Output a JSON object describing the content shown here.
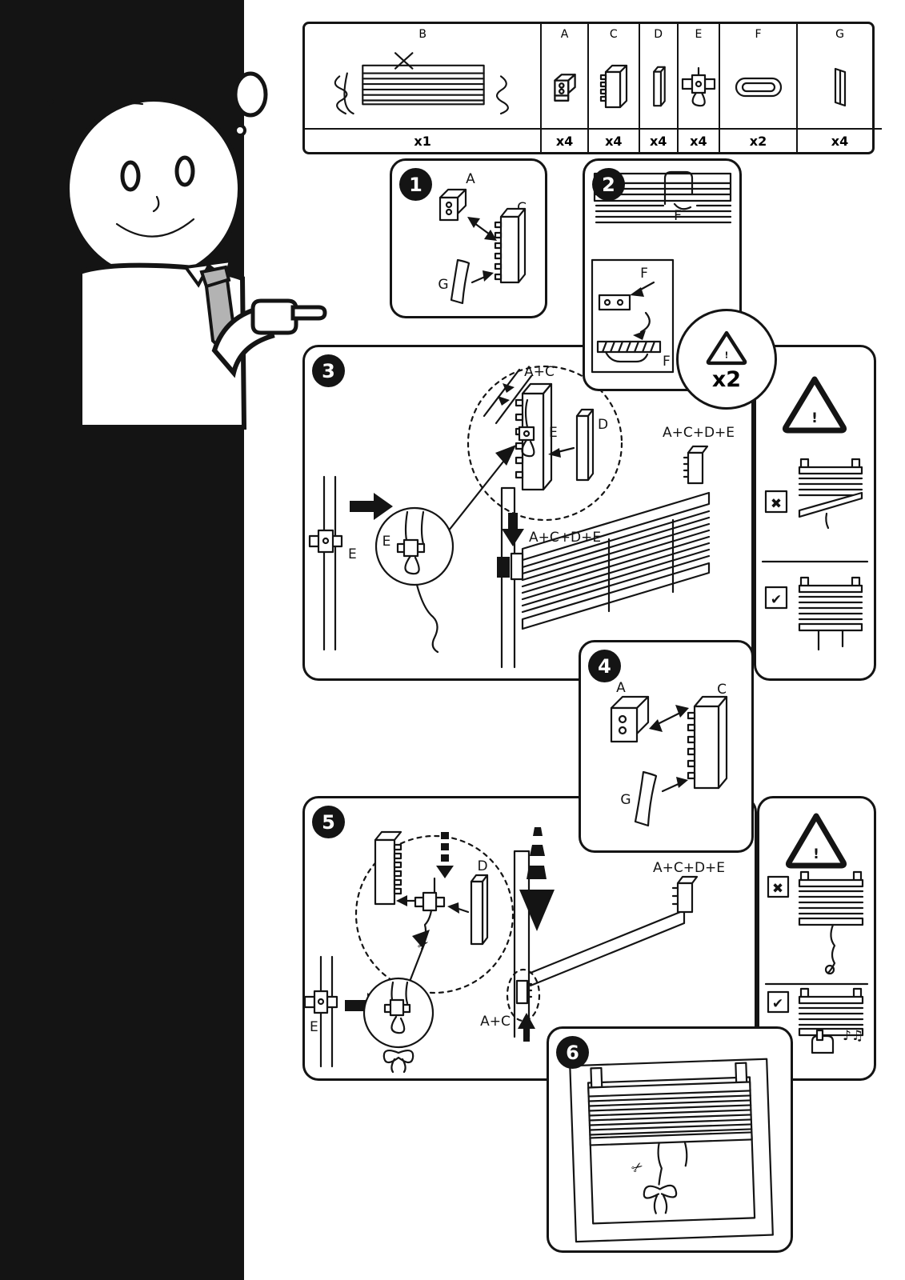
{
  "doc": {
    "question_mark": "?",
    "warning": "!",
    "cross": "✖",
    "check": "✔",
    "scissors": "✂",
    "notes": "♪♫"
  },
  "parts": {
    "columns": [
      {
        "part": "B",
        "qty": "x1"
      },
      {
        "part": "A",
        "qty": "x4"
      },
      {
        "part": "C",
        "qty": "x4"
      },
      {
        "part": "D",
        "qty": "x4"
      },
      {
        "part": "E",
        "qty": "x4"
      },
      {
        "part": "F",
        "qty": "x2"
      },
      {
        "part": "G",
        "qty": "x4"
      }
    ]
  },
  "steps": {
    "s1": {
      "number": "1",
      "label_a": "A",
      "label_c": "C",
      "label_g": "G"
    },
    "s2": {
      "number": "2",
      "label_f_rail": "F",
      "label_f_detail_top": "F",
      "label_f_detail_bottom": "F",
      "repeat": "x2"
    },
    "s3": {
      "number": "3",
      "label_ac": "A+C",
      "label_e_zoom": "E",
      "label_d": "D",
      "label_acde_top": "A+C+D+E",
      "label_acde_left": "A+C+D+E",
      "label_e_part": "E",
      "label_e_knot": "E"
    },
    "s4": {
      "number": "4",
      "label_a": "A",
      "label_c": "C",
      "label_g": "G"
    },
    "s5": {
      "number": "5",
      "label_d": "D",
      "label_e_part": "E",
      "label_acde": "A+C+D+E",
      "label_ac": "A+C"
    },
    "s6": {
      "number": "6"
    }
  }
}
